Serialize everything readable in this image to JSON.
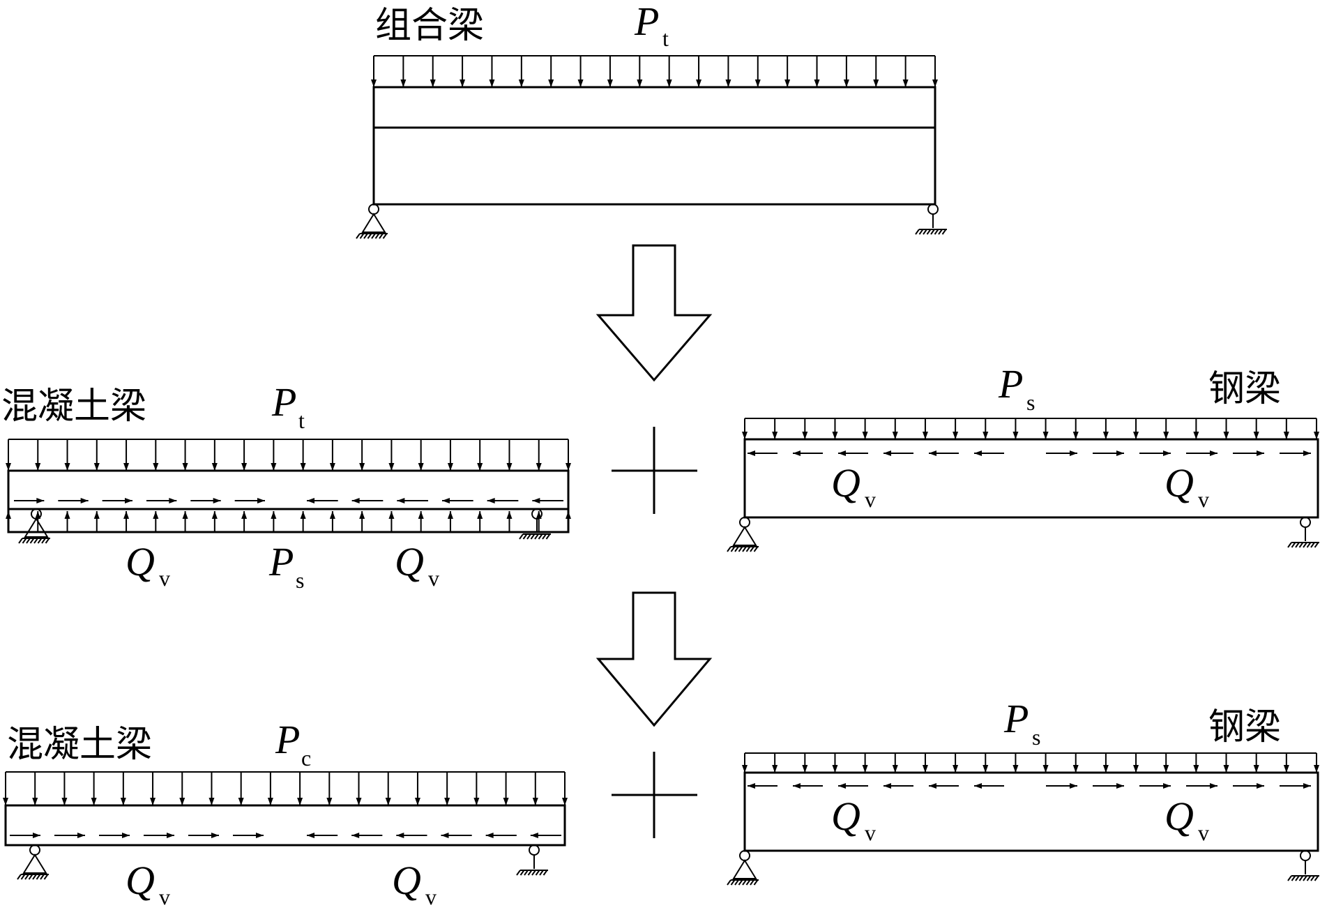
{
  "composite": {
    "title": "组合梁",
    "load": {
      "symbol": "P",
      "subscript": "t"
    }
  },
  "row2": {
    "concrete": {
      "title": "混凝土梁",
      "top_load": {
        "symbol": "P",
        "subscript": "t"
      },
      "bottom_load": {
        "symbol": "P",
        "subscript": "s"
      },
      "shear_left": {
        "symbol": "Q",
        "subscript": "v"
      },
      "shear_right": {
        "symbol": "Q",
        "subscript": "v"
      }
    },
    "steel": {
      "title": "钢梁",
      "load": {
        "symbol": "P",
        "subscript": "s"
      },
      "shear_left": {
        "symbol": "Q",
        "subscript": "v"
      },
      "shear_right": {
        "symbol": "Q",
        "subscript": "v"
      }
    }
  },
  "row3": {
    "concrete": {
      "title": "混凝土梁",
      "load": {
        "symbol": "P",
        "subscript": "c"
      },
      "shear_left": {
        "symbol": "Q",
        "subscript": "v"
      },
      "shear_right": {
        "symbol": "Q",
        "subscript": "v"
      }
    },
    "steel": {
      "title": "钢梁",
      "load": {
        "symbol": "P",
        "subscript": "s"
      },
      "shear_left": {
        "symbol": "Q",
        "subscript": "v"
      },
      "shear_right": {
        "symbol": "Q",
        "subscript": "v"
      }
    }
  }
}
